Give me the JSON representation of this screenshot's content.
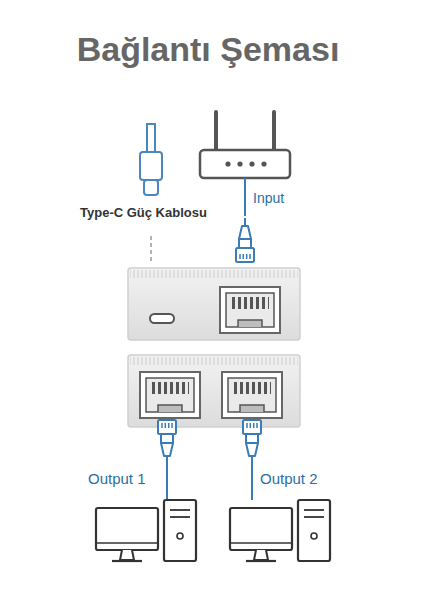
{
  "diagram": {
    "title": "Bağlantı Şeması",
    "labels": [
      "Type-C Güç Kablosu",
      "Input",
      "Output 1",
      "Output 2"
    ]
  }
}
